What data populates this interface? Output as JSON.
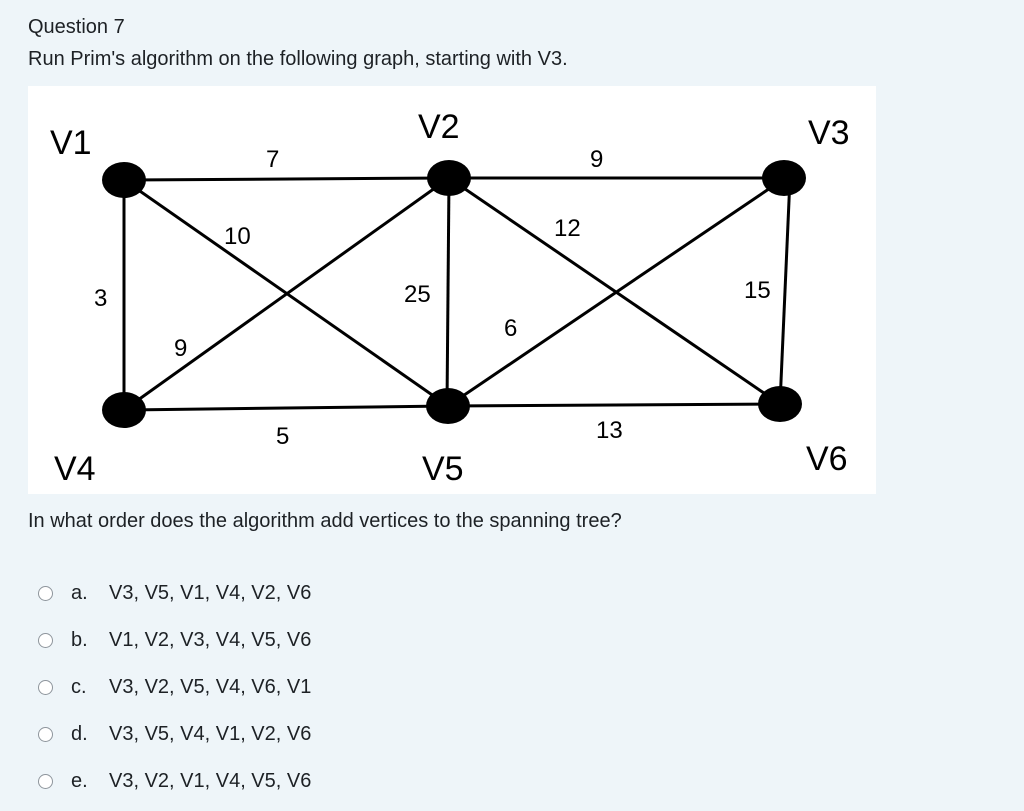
{
  "question": {
    "number": "Question 7",
    "prompt": "Run Prim's algorithm on the following graph, starting with V3.",
    "sub_prompt": "In what order does the algorithm add vertices to the spanning tree?"
  },
  "graph": {
    "vertices": [
      {
        "id": "V1",
        "label": "V1"
      },
      {
        "id": "V2",
        "label": "V2"
      },
      {
        "id": "V3",
        "label": "V3"
      },
      {
        "id": "V4",
        "label": "V4"
      },
      {
        "id": "V5",
        "label": "V5"
      },
      {
        "id": "V6",
        "label": "V6"
      }
    ],
    "edges": [
      {
        "from": "V1",
        "to": "V2",
        "weight": "7"
      },
      {
        "from": "V2",
        "to": "V3",
        "weight": "9"
      },
      {
        "from": "V1",
        "to": "V5",
        "weight": "10"
      },
      {
        "from": "V2",
        "to": "V6",
        "weight": "12"
      },
      {
        "from": "V1",
        "to": "V4",
        "weight": "3"
      },
      {
        "from": "V2",
        "to": "V5",
        "weight": "25"
      },
      {
        "from": "V3",
        "to": "V6",
        "weight": "15"
      },
      {
        "from": "V4",
        "to": "V2",
        "weight": "9"
      },
      {
        "from": "V5",
        "to": "V3",
        "weight": "6"
      },
      {
        "from": "V4",
        "to": "V5",
        "weight": "5"
      },
      {
        "from": "V5",
        "to": "V6",
        "weight": "13"
      }
    ]
  },
  "options": [
    {
      "letter": "a.",
      "text": "V3, V5, V1, V4, V2, V6"
    },
    {
      "letter": "b.",
      "text": "V1, V2, V3, V4, V5, V6"
    },
    {
      "letter": "c.",
      "text": "V3, V2, V5, V4, V6, V1"
    },
    {
      "letter": "d.",
      "text": "V3, V5, V4, V1, V2, V6"
    },
    {
      "letter": "e.",
      "text": "V3, V2, V1, V4, V5, V6"
    }
  ]
}
